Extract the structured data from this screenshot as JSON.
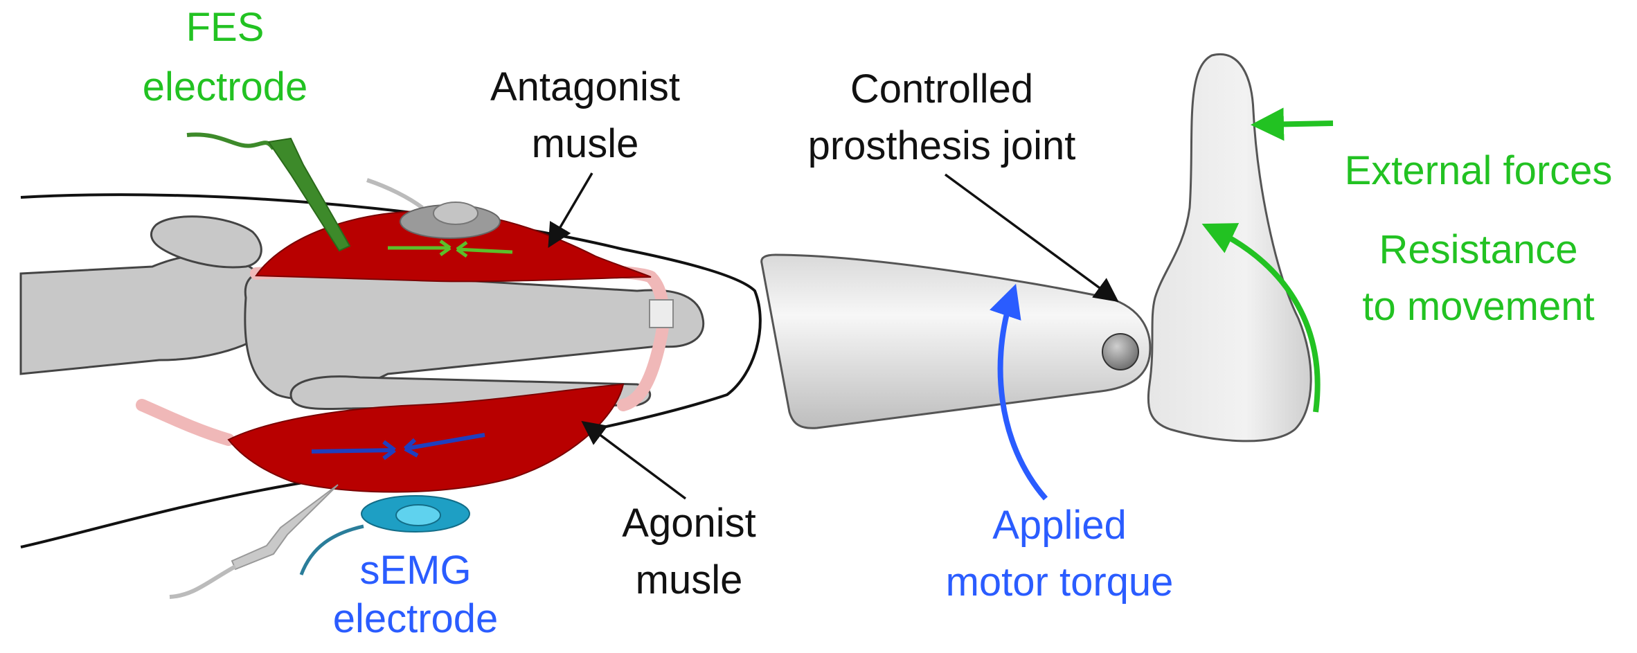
{
  "labels": {
    "fes": [
      "FES",
      "electrode"
    ],
    "antagonist": [
      "Antagonist",
      "musle"
    ],
    "agonist": [
      "Agonist",
      "musle"
    ],
    "semg": [
      "sEMG",
      "electrode"
    ],
    "joint": [
      "Controlled",
      "prosthesis joint"
    ],
    "motor": [
      "Applied",
      "motor torque"
    ],
    "external": "External forces",
    "resistance": [
      "Resistance",
      "to movement"
    ]
  },
  "colors": {
    "green_label": "#22c222",
    "blue_label": "#2a5cff",
    "muscle": "#b80000",
    "bone": "#c8c8c8",
    "tendon": "#f0b8b8",
    "semg_electrode": "#1e9fc4"
  }
}
